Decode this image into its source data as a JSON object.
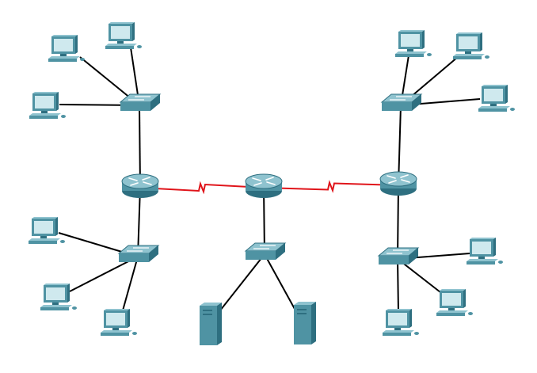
{
  "diagram": {
    "type": "network-topology",
    "colors": {
      "background": "#ffffff",
      "ethernet_link": "#000000",
      "serial_link": "#e0141a",
      "device_face": "#4f93a3",
      "device_top": "#8fc3cf",
      "device_side": "#2e6f80",
      "screen": "#cfe9ee"
    },
    "nodes": [
      {
        "id": "router-left",
        "kind": "router",
        "icon": "router-icon"
      },
      {
        "id": "router-center",
        "kind": "router",
        "icon": "router-icon"
      },
      {
        "id": "router-right",
        "kind": "router",
        "icon": "router-icon"
      },
      {
        "id": "switch-top-left",
        "kind": "switch",
        "icon": "switch-icon"
      },
      {
        "id": "switch-bottom-left",
        "kind": "switch",
        "icon": "switch-icon"
      },
      {
        "id": "switch-center",
        "kind": "switch",
        "icon": "switch-icon"
      },
      {
        "id": "switch-top-right",
        "kind": "switch",
        "icon": "switch-icon"
      },
      {
        "id": "switch-bottom-right",
        "kind": "switch",
        "icon": "switch-icon"
      },
      {
        "id": "pc-tl-1",
        "kind": "pc",
        "icon": "pc-icon"
      },
      {
        "id": "pc-tl-2",
        "kind": "pc",
        "icon": "pc-icon"
      },
      {
        "id": "pc-tl-3",
        "kind": "pc",
        "icon": "pc-icon"
      },
      {
        "id": "pc-bl-1",
        "kind": "pc",
        "icon": "pc-icon"
      },
      {
        "id": "pc-bl-2",
        "kind": "pc",
        "icon": "pc-icon"
      },
      {
        "id": "pc-bl-3",
        "kind": "pc",
        "icon": "pc-icon"
      },
      {
        "id": "pc-tr-1",
        "kind": "pc",
        "icon": "pc-icon"
      },
      {
        "id": "pc-tr-2",
        "kind": "pc",
        "icon": "pc-icon"
      },
      {
        "id": "pc-tr-3",
        "kind": "pc",
        "icon": "pc-icon"
      },
      {
        "id": "pc-br-1",
        "kind": "pc",
        "icon": "pc-icon"
      },
      {
        "id": "pc-br-2",
        "kind": "pc",
        "icon": "pc-icon"
      },
      {
        "id": "pc-br-3",
        "kind": "pc",
        "icon": "pc-icon"
      },
      {
        "id": "server-1",
        "kind": "server",
        "icon": "server-icon"
      },
      {
        "id": "server-2",
        "kind": "server",
        "icon": "server-icon"
      }
    ],
    "links": [
      {
        "from": "pc-tl-1",
        "to": "switch-top-left",
        "medium": "ethernet"
      },
      {
        "from": "pc-tl-2",
        "to": "switch-top-left",
        "medium": "ethernet"
      },
      {
        "from": "pc-tl-3",
        "to": "switch-top-left",
        "medium": "ethernet"
      },
      {
        "from": "switch-top-left",
        "to": "router-left",
        "medium": "ethernet"
      },
      {
        "from": "router-left",
        "to": "switch-bottom-left",
        "medium": "ethernet"
      },
      {
        "from": "pc-bl-1",
        "to": "switch-bottom-left",
        "medium": "ethernet"
      },
      {
        "from": "pc-bl-2",
        "to": "switch-bottom-left",
        "medium": "ethernet"
      },
      {
        "from": "pc-bl-3",
        "to": "switch-bottom-left",
        "medium": "ethernet"
      },
      {
        "from": "router-left",
        "to": "router-center",
        "medium": "serial"
      },
      {
        "from": "router-center",
        "to": "router-right",
        "medium": "serial"
      },
      {
        "from": "router-center",
        "to": "switch-center",
        "medium": "ethernet"
      },
      {
        "from": "switch-center",
        "to": "server-1",
        "medium": "ethernet"
      },
      {
        "from": "switch-center",
        "to": "server-2",
        "medium": "ethernet"
      },
      {
        "from": "pc-tr-1",
        "to": "switch-top-right",
        "medium": "ethernet"
      },
      {
        "from": "pc-tr-2",
        "to": "switch-top-right",
        "medium": "ethernet"
      },
      {
        "from": "pc-tr-3",
        "to": "switch-top-right",
        "medium": "ethernet"
      },
      {
        "from": "switch-top-right",
        "to": "router-right",
        "medium": "ethernet"
      },
      {
        "from": "router-right",
        "to": "switch-bottom-right",
        "medium": "ethernet"
      },
      {
        "from": "pc-br-1",
        "to": "switch-bottom-right",
        "medium": "ethernet"
      },
      {
        "from": "pc-br-2",
        "to": "switch-bottom-right",
        "medium": "ethernet"
      },
      {
        "from": "pc-br-3",
        "to": "switch-bottom-right",
        "medium": "ethernet"
      }
    ]
  }
}
